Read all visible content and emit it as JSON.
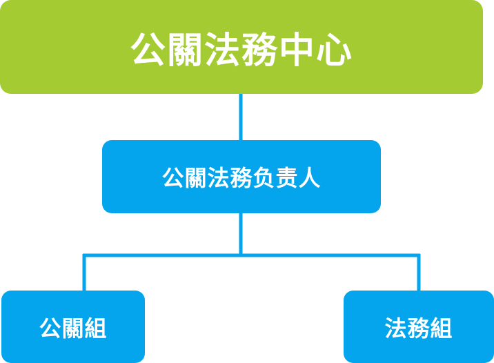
{
  "diagram": {
    "root": {
      "label": "公關法務中心"
    },
    "manager": {
      "label": "公關法務负责人"
    },
    "children": [
      {
        "label": "公關組"
      },
      {
        "label": "法務組"
      }
    ]
  },
  "colors": {
    "root_fill": "#a5cb33",
    "node_fill": "#04a5ec",
    "connector": "#04a5ec",
    "text": "#ffffff"
  }
}
